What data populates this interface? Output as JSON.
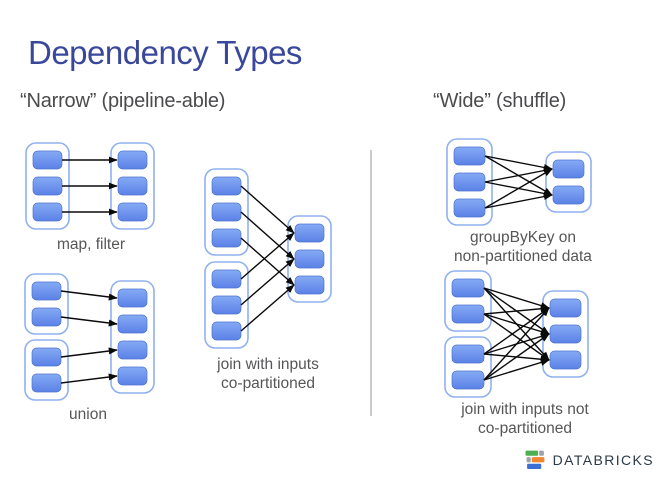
{
  "slide": {
    "title": "Dependency Types",
    "section_left": "“Narrow” (pipeline-able)",
    "section_right": "“Wide” (shuffle)",
    "footer_logo": "DATABRICKS"
  },
  "colors": {
    "title_text": "#3A489C",
    "heading_text": "#4B4B4D",
    "caption_text": "#565658",
    "divider": "#CBCBCB",
    "container_border": "#90B1F0",
    "box_top": "#85AAF4",
    "box_bottom": "#5B81E7",
    "box_edge": "#4F74CF",
    "arrow": "#0A0A0A",
    "logo_text": "#2B3A46",
    "logo_green": "#4CAF50",
    "logo_orange": "#EF8733",
    "logo_blue": "#3B6FD4",
    "logo_gray": "#9EA3A8"
  },
  "diagrams": [
    {
      "id": "map-filter",
      "caption": "map, filter",
      "left_boxes": [
        3
      ],
      "right_boxes": [
        3
      ],
      "edges": [
        [
          0,
          0
        ],
        [
          1,
          1
        ],
        [
          2,
          2
        ]
      ]
    },
    {
      "id": "union",
      "caption": "union",
      "left_boxes": [
        2,
        2
      ],
      "right_boxes": [
        4
      ],
      "edges": [
        [
          0,
          0
        ],
        [
          1,
          1
        ],
        [
          2,
          2
        ],
        [
          3,
          3
        ]
      ]
    },
    {
      "id": "join-co-partitioned",
      "caption": "join with inputs\nco-partitioned",
      "left_boxes": [
        3,
        3
      ],
      "right_boxes": [
        3
      ],
      "edges": [
        [
          0,
          0
        ],
        [
          1,
          1
        ],
        [
          2,
          2
        ],
        [
          3,
          0
        ],
        [
          4,
          1
        ],
        [
          5,
          2
        ]
      ]
    },
    {
      "id": "groupByKey",
      "caption": "groupByKey on\nnon-partitioned data",
      "left_boxes": [
        3
      ],
      "right_boxes": [
        2
      ],
      "edges": [
        [
          0,
          0
        ],
        [
          0,
          1
        ],
        [
          1,
          0
        ],
        [
          1,
          1
        ],
        [
          2,
          0
        ],
        [
          2,
          1
        ]
      ]
    },
    {
      "id": "join-not-co-partitioned",
      "caption": "join with inputs not\nco-partitioned",
      "left_boxes": [
        2,
        2
      ],
      "right_boxes": [
        3
      ],
      "edges": [
        [
          0,
          0
        ],
        [
          0,
          1
        ],
        [
          0,
          2
        ],
        [
          1,
          0
        ],
        [
          1,
          1
        ],
        [
          1,
          2
        ],
        [
          2,
          0
        ],
        [
          2,
          1
        ],
        [
          2,
          2
        ],
        [
          3,
          0
        ],
        [
          3,
          1
        ],
        [
          3,
          2
        ]
      ]
    }
  ]
}
